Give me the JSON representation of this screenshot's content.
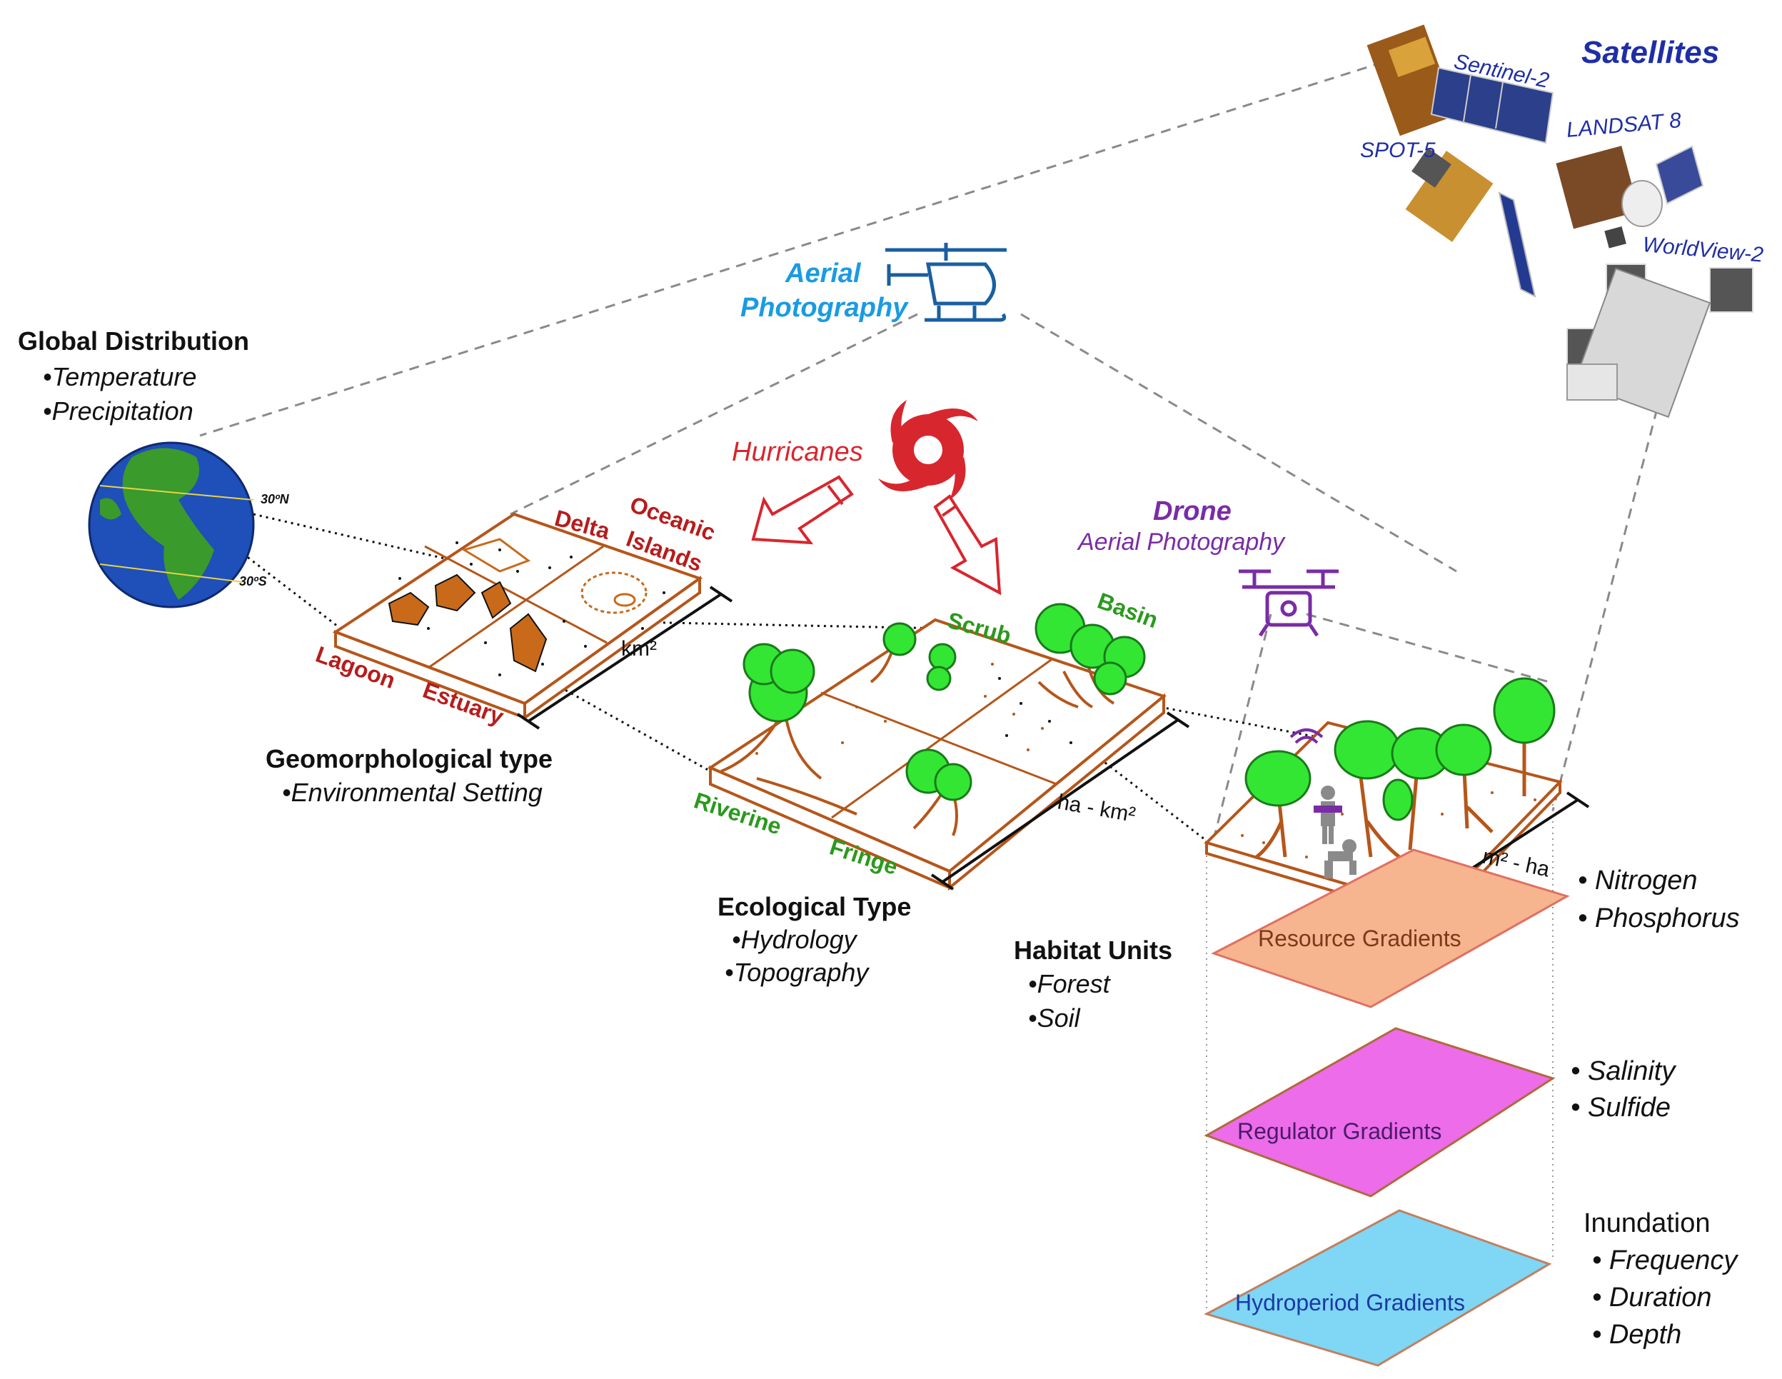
{
  "satellites": {
    "title": "Satellites",
    "names": [
      "Sentinel-2",
      "SPOT-5",
      "LANDSAT 8",
      "WorldView-2"
    ]
  },
  "aerial": {
    "line1": "Aerial",
    "line2": "Photography"
  },
  "global": {
    "title": "Global Distribution",
    "items": [
      "•Temperature",
      "•Precipitation"
    ]
  },
  "globe": {
    "lat_north": "30ºN",
    "lat_south": "30ºS"
  },
  "hurricanes": {
    "label": "Hurricanes"
  },
  "drone": {
    "line1": "Drone",
    "line2": "Aerial Photography"
  },
  "geomorph": {
    "regions": [
      "Delta",
      "Oceanic",
      "Islands",
      "Lagoon",
      "Estuary"
    ],
    "scale": "km²",
    "title": "Geomorphological type",
    "items": [
      "•Environmental Setting"
    ]
  },
  "ecological": {
    "regions": [
      "Scrub",
      "Basin",
      "Riverine",
      "Fringe"
    ],
    "scale": "ha - km²",
    "title": "Ecological Type",
    "items": [
      "•Hydrology",
      "•Topography"
    ]
  },
  "habitat": {
    "scale": "m² - ha",
    "title": "Habitat Units",
    "items": [
      "•Forest",
      "•Soil"
    ]
  },
  "gradients": {
    "resource": {
      "label": "Resource Gradients",
      "items": [
        "• Nitrogen",
        "• Phosphorus"
      ],
      "color": "#f6b48f"
    },
    "regulator": {
      "label": "Regulator Gradients",
      "items": [
        "• Salinity",
        "• Sulfide"
      ],
      "color": "#ec6ce9"
    },
    "hydroperiod": {
      "label": "Hydroperiod Gradients",
      "title": "Inundation",
      "items": [
        "• Frequency",
        "• Duration",
        "• Depth"
      ],
      "color": "#7fd6f5"
    }
  },
  "colors": {
    "satellite_blue": "#1f2ea6",
    "aerial_blue": "#1a9be3",
    "hurricane_red": "#d8262e",
    "region_red": "#b71c1c",
    "drone_purple": "#7a2ca6",
    "eco_green": "#2a9a1c",
    "soil_brown": "#b5561a",
    "canopy_green": "#33e633"
  }
}
